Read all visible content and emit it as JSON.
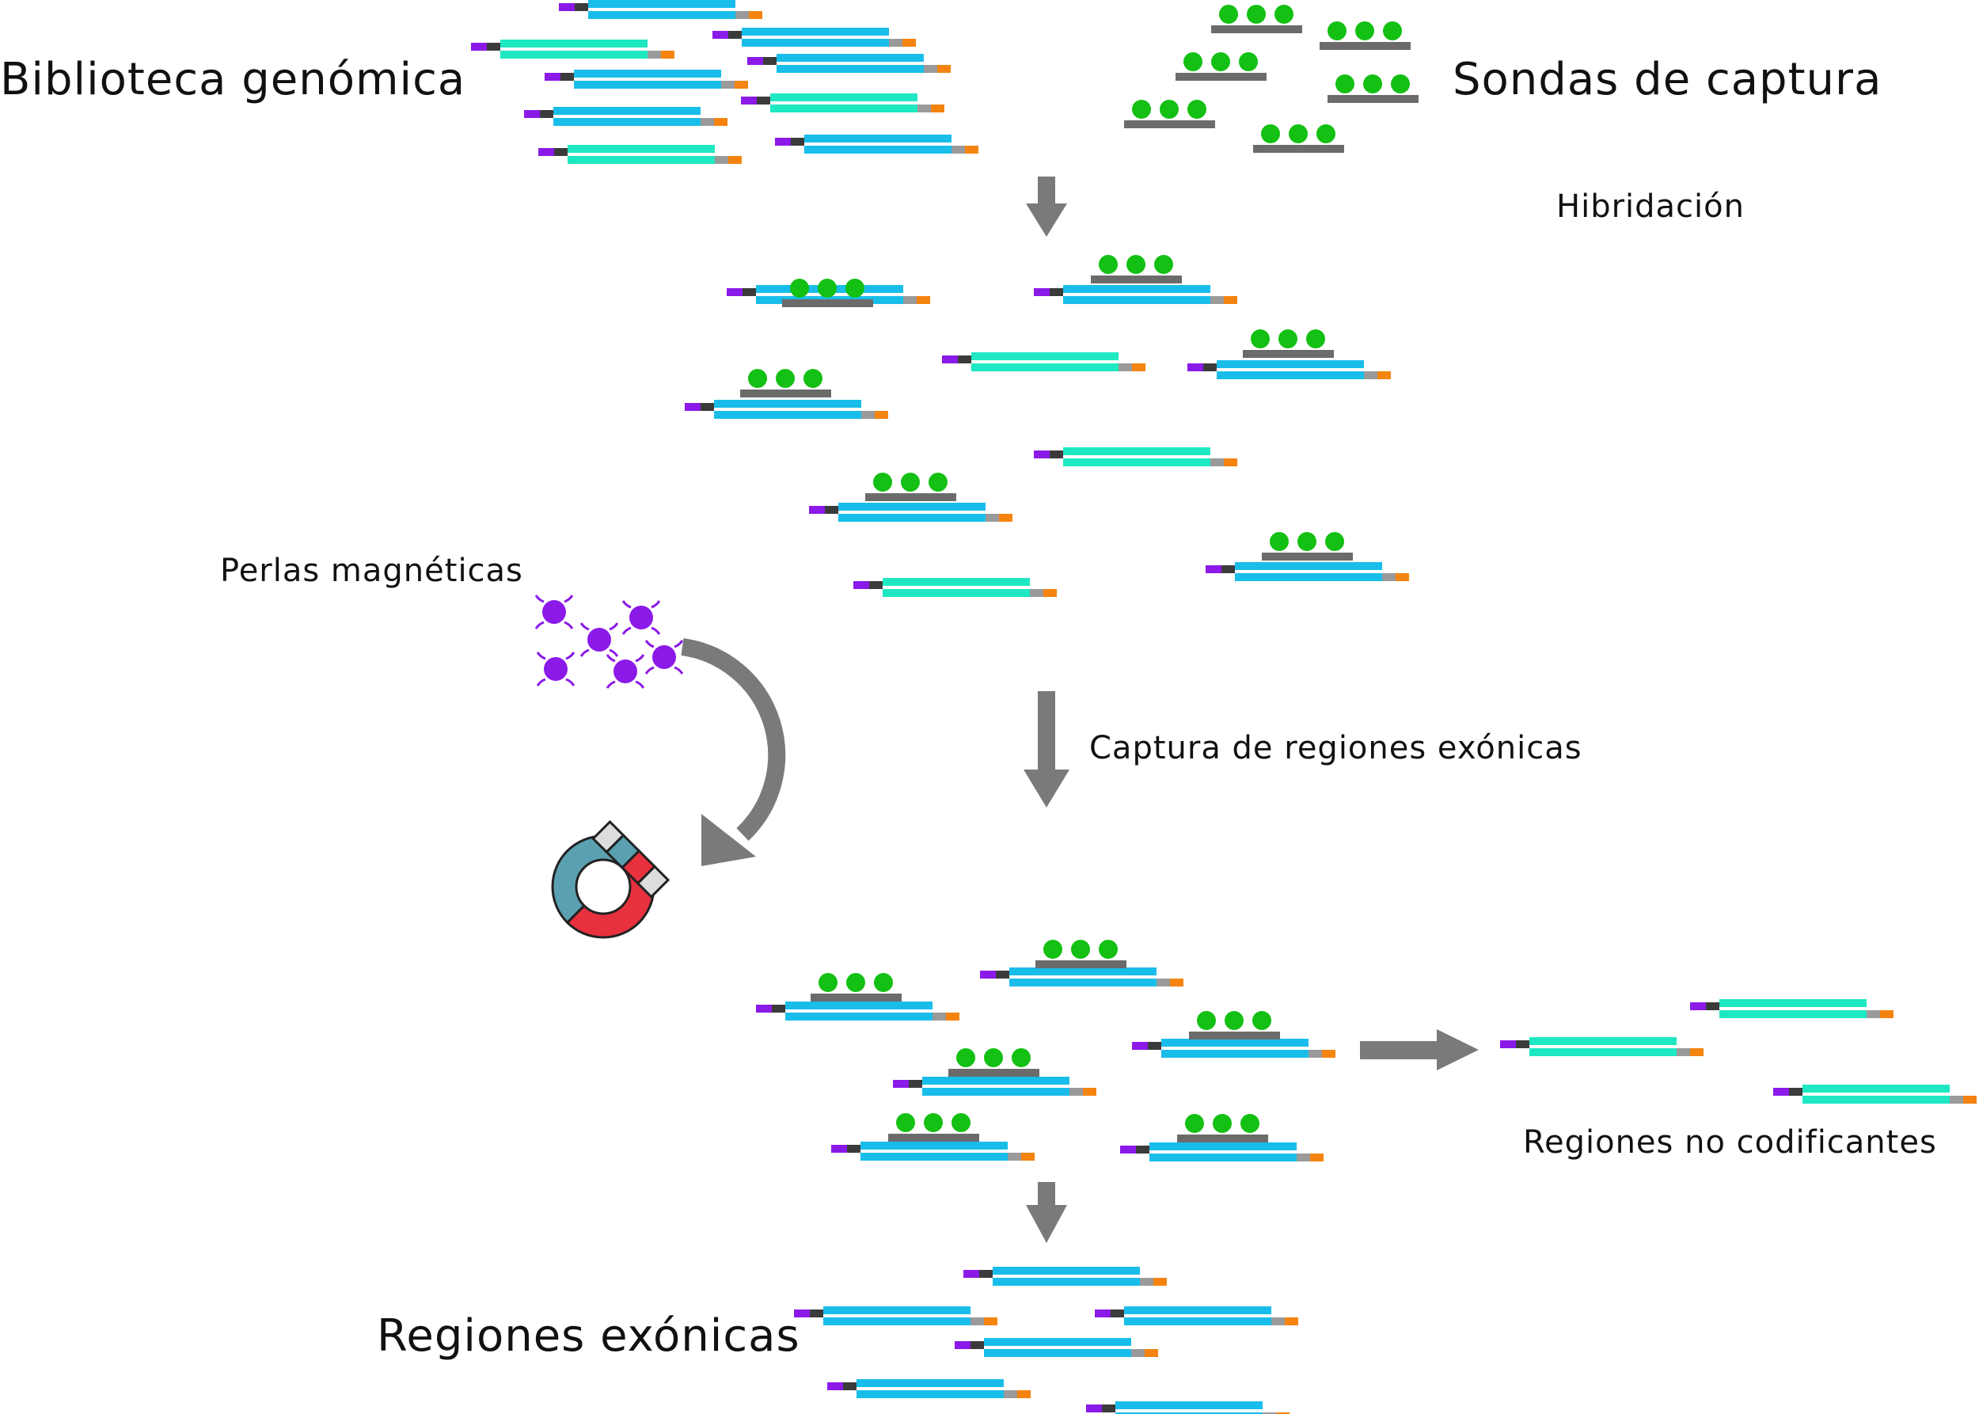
{
  "labels": {
    "library": "Biblioteca genómica",
    "probes": "Sondas de captura",
    "hybridization": "Hibridación",
    "beads": "Perlas magnéticas",
    "capture": "Captura de regiones exónicas",
    "noncoding": "Regiones no codificantes",
    "exonic": "Regiones exónicas"
  },
  "colors": {
    "exon_strand": "#19bdea",
    "noncoding_strand": "#1ee8c2",
    "adapter_left": "#8b1ae8",
    "adapter_dark": "#3b3b3b",
    "adapter_gray": "#9a9a9a",
    "adapter_right": "#f5830f",
    "probe_bar": "#6b6b6b",
    "probe_bead": "#13c013",
    "bead": "#8b1ae8",
    "arrow": "#7a7a7a",
    "magnet_north": "#5aa0b0",
    "magnet_south": "#e8313f",
    "magnet_tip": "#dddddd"
  },
  "icons": [
    "dna-fragment-icon",
    "capture-probe-icon",
    "magnetic-bead-icon",
    "magnet-icon",
    "arrow-down-icon",
    "arrow-right-icon",
    "curved-arrow-icon"
  ]
}
